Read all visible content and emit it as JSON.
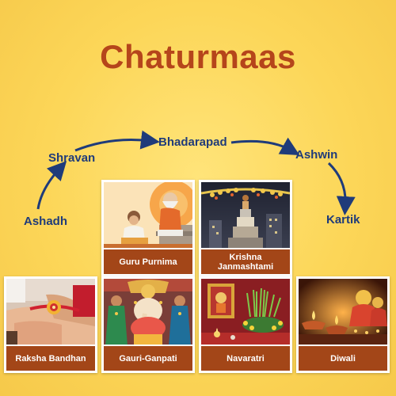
{
  "title": "Chaturmaas",
  "months": [
    "Ashadh",
    "Shravan",
    "Bhadarapad",
    "Ashwin",
    "Kartik"
  ],
  "festivals": [
    {
      "name": "Guru Purnima"
    },
    {
      "name": "Krishna Janmashtami"
    },
    {
      "name": "Raksha Bandhan"
    },
    {
      "name": "Gauri-Ganpati"
    },
    {
      "name": "Navaratri"
    },
    {
      "name": "Diwali"
    }
  ],
  "colors": {
    "title": "#b5451b",
    "month_text": "#1f3b7a",
    "arrow": "#1f3b7a",
    "label_bg": "#a34618",
    "background": "#fcd658"
  }
}
